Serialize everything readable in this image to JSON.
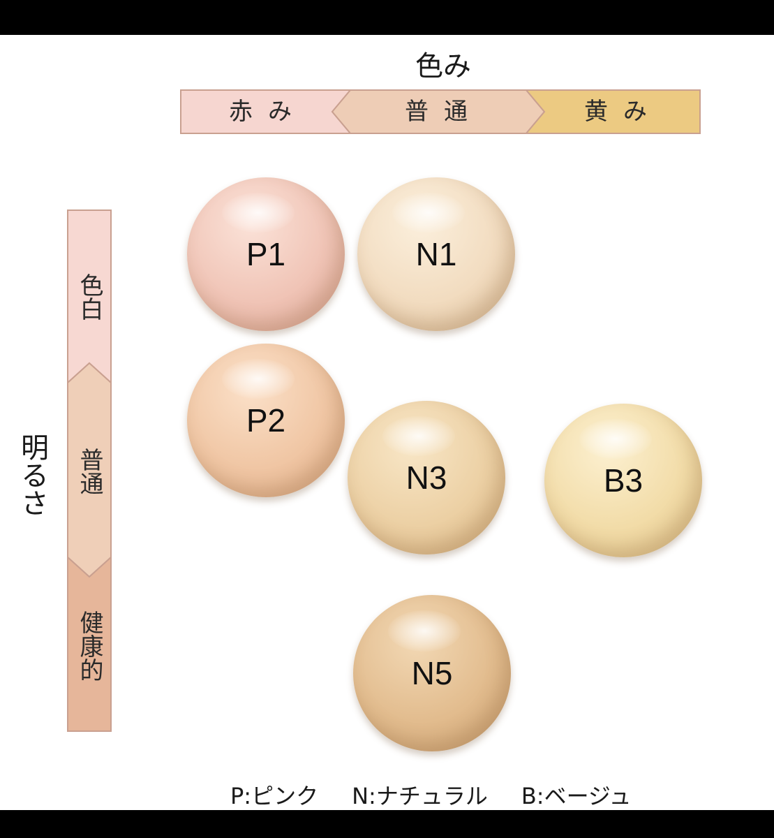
{
  "hue_axis": {
    "title": "色み",
    "segments": [
      "赤み",
      "普通",
      "黄み"
    ]
  },
  "brightness_axis": {
    "title": "明るさ",
    "segments": [
      "色白",
      "普通",
      "健康的"
    ]
  },
  "swatches": [
    {
      "code": "P1",
      "hue": "赤み",
      "brightness": "色白",
      "color": "#f0c4b6"
    },
    {
      "code": "N1",
      "hue": "普通",
      "brightness": "色白",
      "color": "#f2dcc0"
    },
    {
      "code": "P2",
      "hue": "赤み",
      "brightness": "普通",
      "color": "#f0c6a4"
    },
    {
      "code": "N3",
      "hue": "普通",
      "brightness": "普通",
      "color": "#ecd0a4"
    },
    {
      "code": "B3",
      "hue": "黄み",
      "brightness": "普通",
      "color": "#f2dca8"
    },
    {
      "code": "N5",
      "hue": "普通",
      "brightness": "健康的",
      "color": "#e2bc8e"
    }
  ],
  "legend": [
    "P:ピンク",
    "N:ナチュラル",
    "B:ベージュ"
  ],
  "colors": {
    "hue_red": "#f6d6d0",
    "hue_normal": "#eecdb6",
    "hue_yellow": "#ecca82",
    "bright_fair": "#f7d8d2",
    "bright_normal": "#efcfb8",
    "bright_healthy": "#e6b69a",
    "scale_border": "#c9a090"
  }
}
